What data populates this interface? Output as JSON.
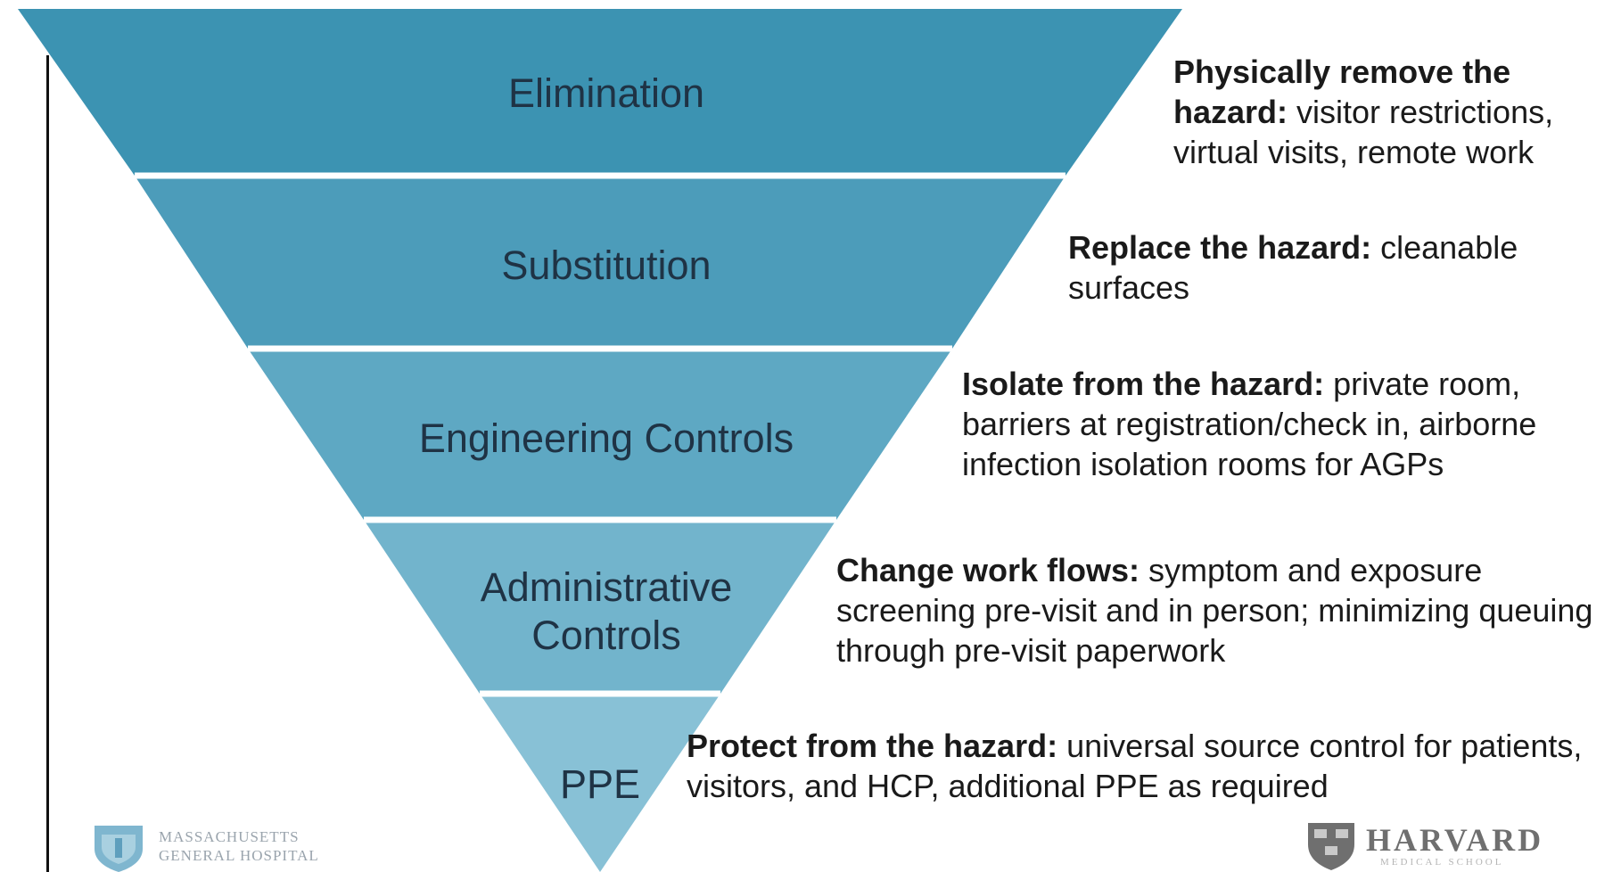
{
  "diagram": {
    "type": "inverted-pyramid",
    "colors": {
      "band_1": "#3c93b2",
      "band_2": "#4c9cba",
      "band_3": "#5ea8c3",
      "band_4": "#72b4cc",
      "band_5": "#88c1d6",
      "separator": "#ffffff",
      "label_text": "#1f3345",
      "desc_text": "#1a1a1a"
    },
    "levels": [
      {
        "name": "Elimination",
        "desc_bold": "Physically remove the hazard:",
        "desc_rest": " visitor restrictions, virtual visits, remote work"
      },
      {
        "name": "Substitution",
        "desc_bold": "Replace the hazard:",
        "desc_rest": " cleanable surfaces"
      },
      {
        "name": "Engineering Controls",
        "desc_bold": "Isolate from the hazard:",
        "desc_rest": " private room, barriers at registration/check in, airborne infection isolation rooms for AGPs"
      },
      {
        "name": "Administrative Controls",
        "desc_bold": "Change work flows:",
        "desc_rest": " symptom and exposure screening pre-visit and in person; minimizing queuing through pre-visit paperwork"
      },
      {
        "name": "PPE",
        "desc_bold": "Protect from the hazard:",
        "desc_rest": " universal source control for patients, visitors, and HCP, additional PPE as required"
      }
    ]
  },
  "logos": {
    "mgh": {
      "line_1": "MASSACHUSETTS",
      "line_2": "GENERAL HOSPITAL",
      "icon": "mgh-shield-icon"
    },
    "harvard": {
      "name": "HARVARD",
      "subtitle": "MEDICAL SCHOOL",
      "icon": "harvard-shield-icon"
    }
  }
}
